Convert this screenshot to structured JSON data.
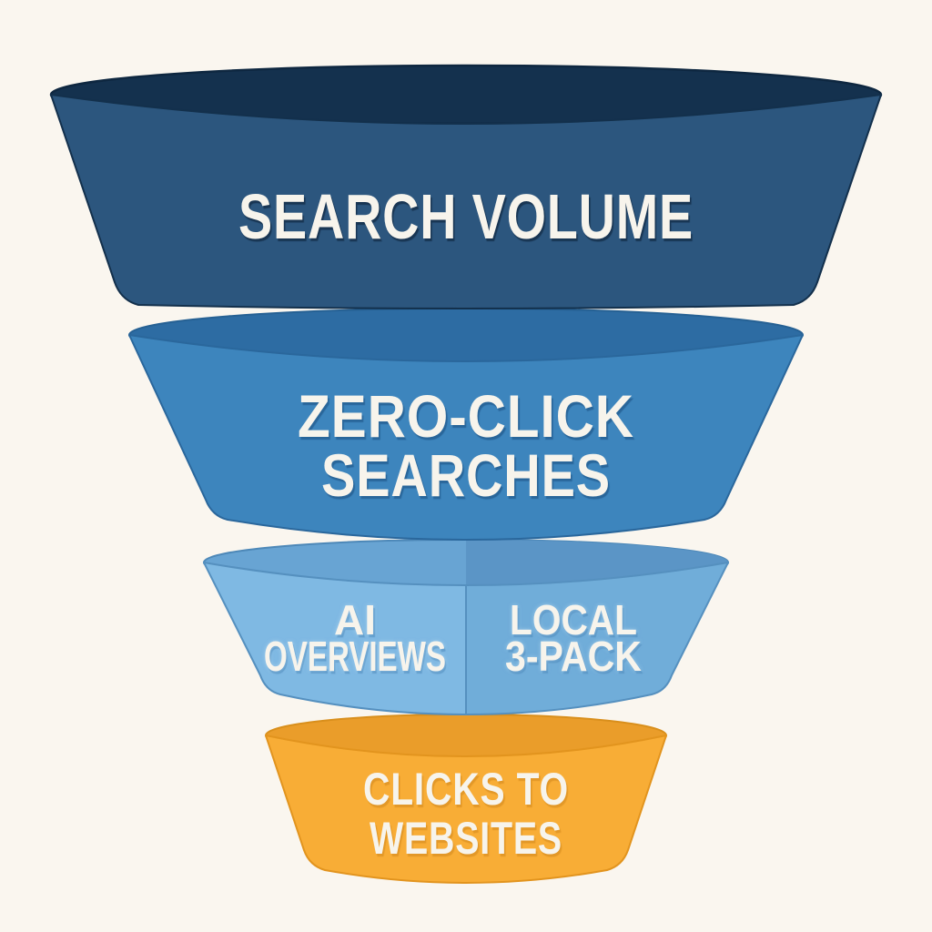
{
  "page": {
    "background_color": "#faf6ef",
    "text_color": "#f7f4ec"
  },
  "funnel": {
    "type": "funnel",
    "description_order": "top-to-bottom, widest-to-narrowest",
    "tiers": [
      {
        "id": "search-volume",
        "lines": [
          "SEARCH VOLUME"
        ],
        "rim_color": "#14314e",
        "body_color": "#2c567e"
      },
      {
        "id": "zero-click-searches",
        "lines": [
          "ZERO-CLICK",
          "SEARCHES"
        ],
        "rim_color": "#2d6ca3",
        "body_color": "#3d85bd"
      },
      {
        "id": "split-tier",
        "segments": [
          {
            "id": "ai-overviews",
            "lines": [
              "AI",
              "OVERVIEWS"
            ],
            "rim_color": "#68a4d3",
            "body_color": "#7fb9e3"
          },
          {
            "id": "local-3-pack",
            "lines": [
              "LOCAL",
              "3-PACK"
            ],
            "rim_color": "#5b95c6",
            "body_color": "#70add9"
          }
        ]
      },
      {
        "id": "clicks-to-websites",
        "lines": [
          "CLICKS TO",
          "WEBSITES"
        ],
        "rim_color": "#ea9d2a",
        "body_color": "#f8ad36"
      }
    ]
  }
}
